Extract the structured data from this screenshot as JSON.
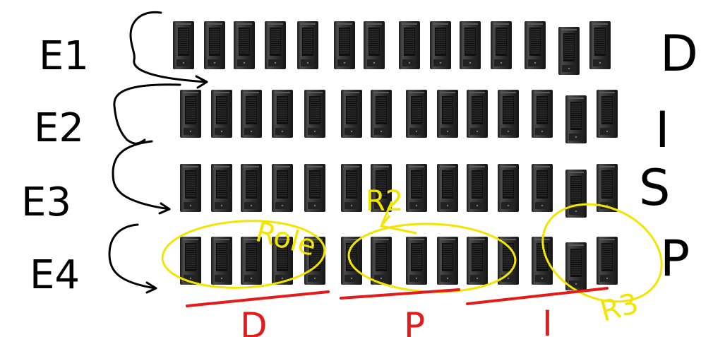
{
  "row_labels": [
    "E1",
    "E2",
    "E3",
    "E4"
  ],
  "side_labels": [
    "D",
    "I",
    "S",
    "P"
  ],
  "circle_labels": [
    "Role",
    "R2",
    "R3"
  ],
  "bottom_labels": [
    "D",
    "P",
    "I"
  ],
  "servers_per_row": 14,
  "colors": {
    "ink": "#000000",
    "highlight": "#f2e600",
    "underline": "#e31b1b",
    "server_body": "#2a2a2a",
    "server_face": "#3b3b3b",
    "server_slot": "#0f0f0f"
  },
  "icons": {
    "server": "server-tower-icon"
  }
}
